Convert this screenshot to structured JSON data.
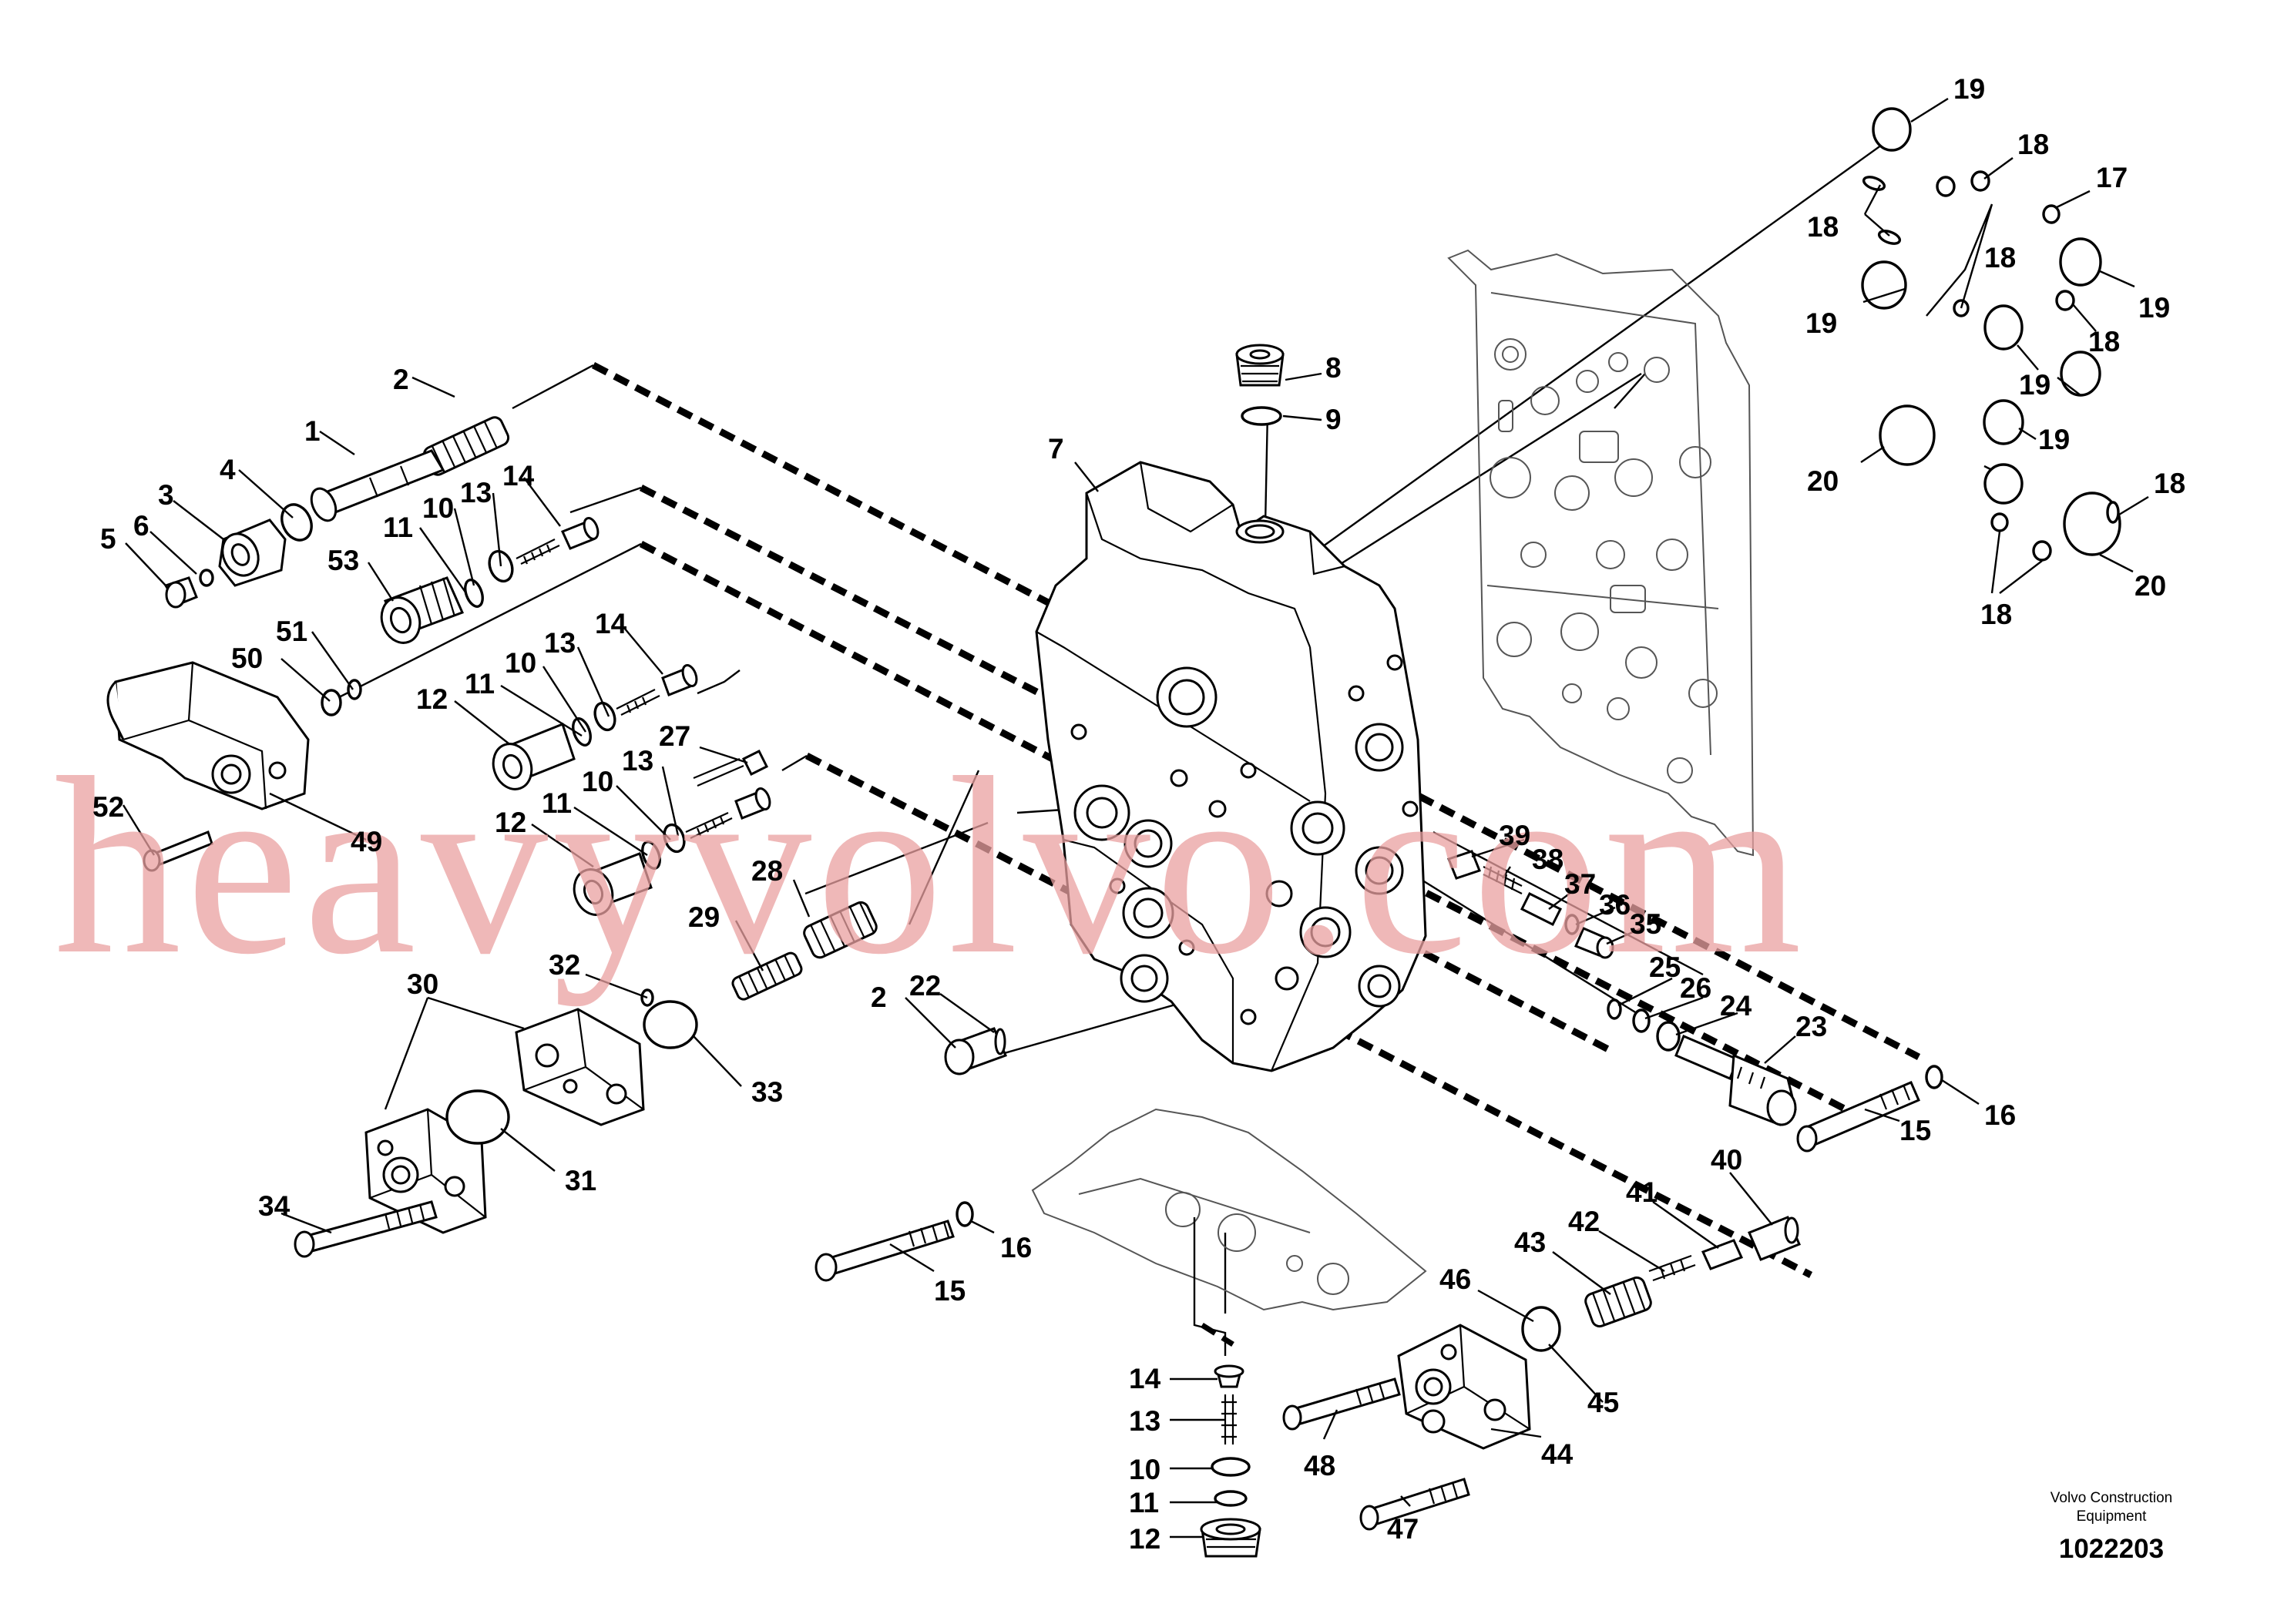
{
  "diagram": {
    "labels": [
      {
        "text": "19"
      },
      {
        "text": "18"
      },
      {
        "text": "17"
      },
      {
        "text": "18"
      },
      {
        "text": "18"
      },
      {
        "text": "19"
      },
      {
        "text": "19"
      },
      {
        "text": "18"
      },
      {
        "text": "19"
      },
      {
        "text": "19"
      },
      {
        "text": "20"
      },
      {
        "text": "18"
      },
      {
        "text": "20"
      },
      {
        "text": "18"
      },
      {
        "text": "8"
      },
      {
        "text": "9"
      },
      {
        "text": "7"
      },
      {
        "text": "2"
      },
      {
        "text": "1"
      },
      {
        "text": "4"
      },
      {
        "text": "3"
      },
      {
        "text": "6"
      },
      {
        "text": "5"
      },
      {
        "text": "14"
      },
      {
        "text": "13"
      },
      {
        "text": "10"
      },
      {
        "text": "11"
      },
      {
        "text": "53"
      },
      {
        "text": "51"
      },
      {
        "text": "50"
      },
      {
        "text": "52"
      },
      {
        "text": "49"
      },
      {
        "text": "14"
      },
      {
        "text": "13"
      },
      {
        "text": "10"
      },
      {
        "text": "11"
      },
      {
        "text": "12"
      },
      {
        "text": "27"
      },
      {
        "text": "13"
      },
      {
        "text": "10"
      },
      {
        "text": "11"
      },
      {
        "text": "12"
      },
      {
        "text": "28"
      },
      {
        "text": "29"
      },
      {
        "text": "30"
      },
      {
        "text": "32"
      },
      {
        "text": "33"
      },
      {
        "text": "31"
      },
      {
        "text": "34"
      },
      {
        "text": "2"
      },
      {
        "text": "22"
      },
      {
        "text": "39"
      },
      {
        "text": "38"
      },
      {
        "text": "37"
      },
      {
        "text": "36"
      },
      {
        "text": "35"
      },
      {
        "text": "25"
      },
      {
        "text": "26"
      },
      {
        "text": "24"
      },
      {
        "text": "23"
      },
      {
        "text": "16"
      },
      {
        "text": "15"
      },
      {
        "text": "40"
      },
      {
        "text": "41"
      },
      {
        "text": "42"
      },
      {
        "text": "43"
      },
      {
        "text": "46"
      },
      {
        "text": "45"
      },
      {
        "text": "44"
      },
      {
        "text": "48"
      },
      {
        "text": "47"
      },
      {
        "text": "16"
      },
      {
        "text": "15"
      },
      {
        "text": "14"
      },
      {
        "text": "13"
      },
      {
        "text": "10"
      },
      {
        "text": "11"
      },
      {
        "text": "12"
      }
    ]
  },
  "watermark": "heavyvolvo.com",
  "footer": {
    "company_line1": "Volvo Construction",
    "company_line2": "Equipment",
    "drawing_number": "1022203"
  }
}
